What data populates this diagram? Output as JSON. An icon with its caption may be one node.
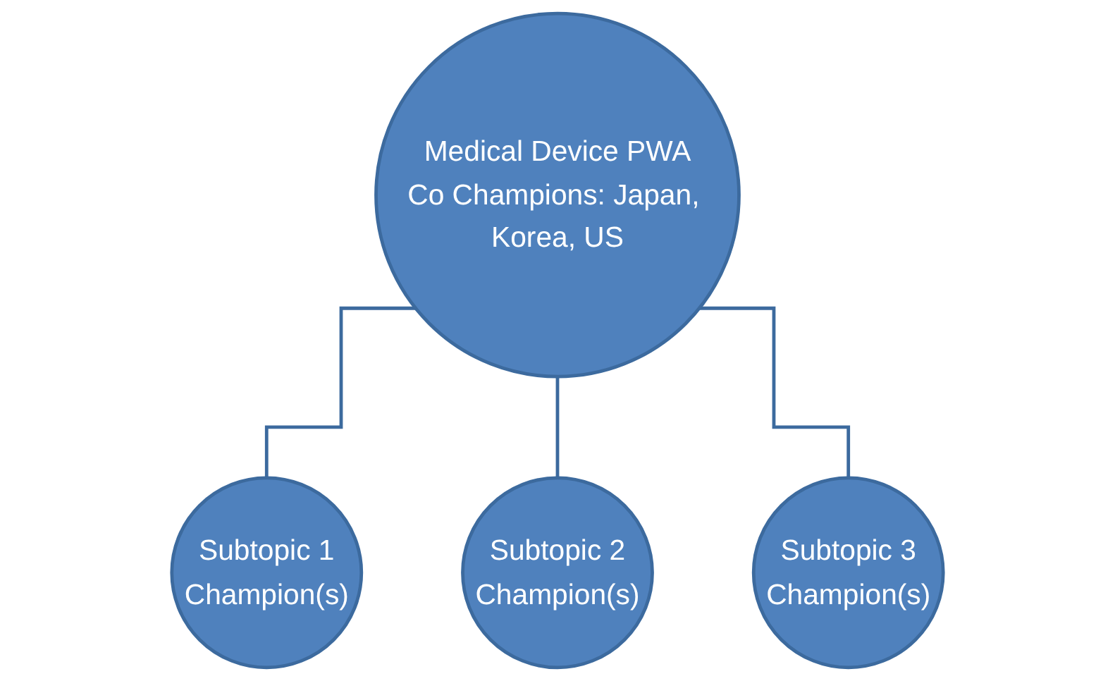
{
  "diagram": {
    "nodes": [
      {
        "text": [
          "Medical Device PWA",
          "Co Champions: Japan, Korea, US"
        ]
      },
      {
        "text": [
          "Subtopic 1",
          "Champion(s)"
        ]
      },
      {
        "text": [
          "Subtopic 2",
          "Champion(s)"
        ]
      },
      {
        "text": [
          "Subtopic 3",
          "Champion(s)"
        ]
      }
    ],
    "edges": [
      {
        "from": 0,
        "to": 1,
        "arrow": "none"
      },
      {
        "from": 0,
        "to": 2,
        "arrow": "none"
      },
      {
        "from": 0,
        "to": 3,
        "arrow": "none"
      }
    ]
  }
}
